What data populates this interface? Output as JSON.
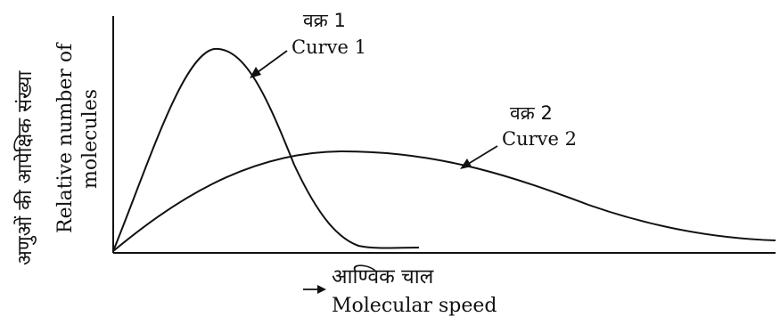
{
  "figure": {
    "curve1": {
      "label_hi": "वक्र 1",
      "label_en": "Curve 1"
    },
    "curve2": {
      "label_hi": "वक्र 2",
      "label_en": "Curve 2"
    },
    "x_axis": {
      "label_hi": "आण्विक चाल",
      "label_en": "Molecular speed"
    },
    "y_axis": {
      "label_hi": "अणुओं की आपेक्षिक संख्या",
      "label_en_line1": "Relative number of",
      "label_en_line2": "molecules"
    },
    "colors": {
      "ink": "#111111",
      "background": "#ffffff"
    }
  }
}
